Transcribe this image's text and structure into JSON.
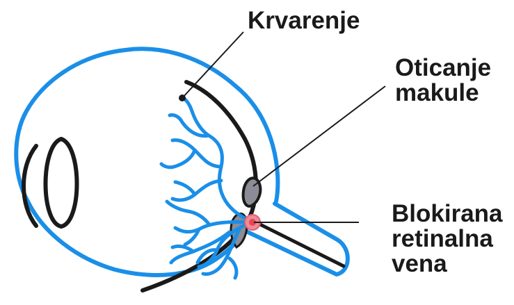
{
  "labels": {
    "hemorrhage": "Krvarenje",
    "macular_edema": [
      "Oticanje",
      "makule"
    ],
    "blocked_vein": [
      "Blokirana",
      "retinalna",
      "vena"
    ]
  },
  "colors": {
    "eye_outline": "#1a8fe8",
    "vessels": "#1a8fe8",
    "retina_line": "#1a1a1a",
    "swelling": "#8c8c96",
    "blockage": "#f08a96",
    "leader_lines": "#1a1a1a"
  },
  "icons": [
    "eye-cross-section"
  ]
}
